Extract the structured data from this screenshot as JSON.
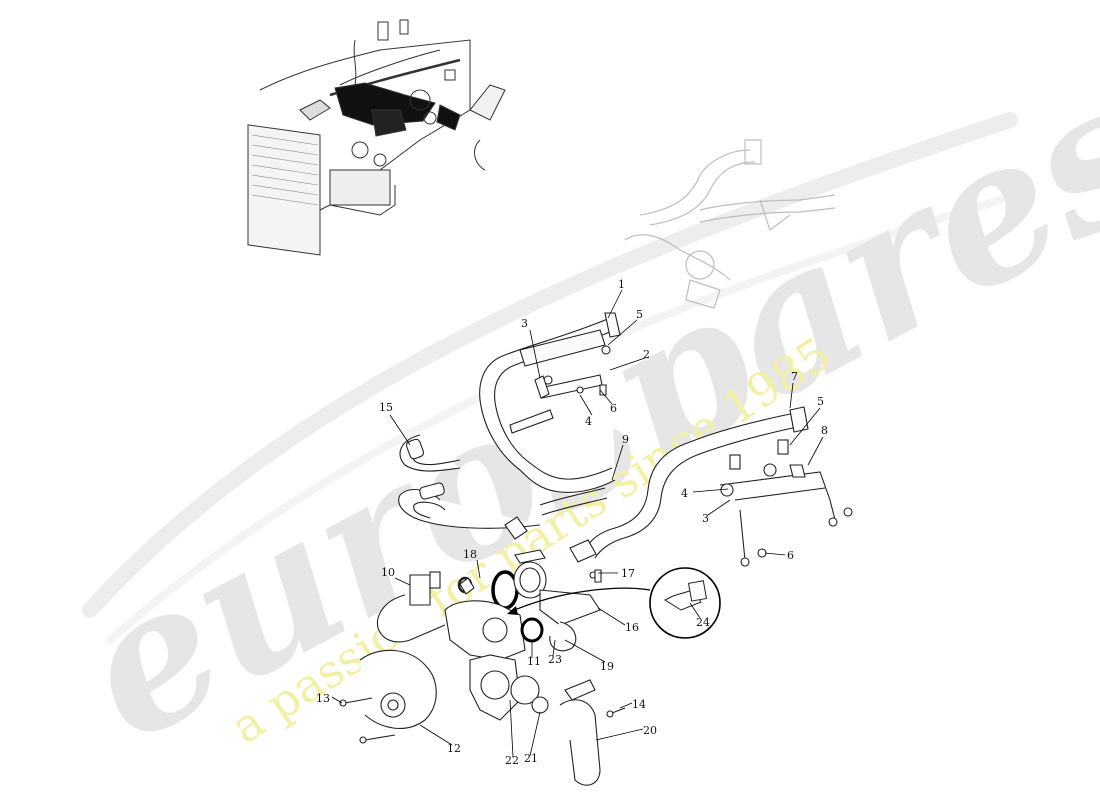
{
  "watermark": {
    "brand": "eurospares",
    "tagline": "a passion for parts since 1985",
    "colors": {
      "brand": "#e6e6e6",
      "tagline": "#f3f0a6"
    }
  },
  "callouts": [
    {
      "id": "1",
      "label": "1"
    },
    {
      "id": "2",
      "label": "2"
    },
    {
      "id": "3a",
      "label": "3"
    },
    {
      "id": "4a",
      "label": "4"
    },
    {
      "id": "5a",
      "label": "5"
    },
    {
      "id": "6a",
      "label": "6"
    },
    {
      "id": "7",
      "label": "7"
    },
    {
      "id": "5b",
      "label": "5"
    },
    {
      "id": "8",
      "label": "8"
    },
    {
      "id": "9",
      "label": "9"
    },
    {
      "id": "4b",
      "label": "4"
    },
    {
      "id": "3b",
      "label": "3"
    },
    {
      "id": "6b",
      "label": "6"
    },
    {
      "id": "15",
      "label": "15"
    },
    {
      "id": "10",
      "label": "10"
    },
    {
      "id": "18",
      "label": "18"
    },
    {
      "id": "17",
      "label": "17"
    },
    {
      "id": "16",
      "label": "16"
    },
    {
      "id": "11",
      "label": "11"
    },
    {
      "id": "23",
      "label": "23"
    },
    {
      "id": "19",
      "label": "19"
    },
    {
      "id": "24",
      "label": "24"
    },
    {
      "id": "13",
      "label": "13"
    },
    {
      "id": "12",
      "label": "12"
    },
    {
      "id": "14",
      "label": "14"
    },
    {
      "id": "20",
      "label": "20"
    },
    {
      "id": "22",
      "label": "22"
    },
    {
      "id": "21",
      "label": "21"
    }
  ]
}
